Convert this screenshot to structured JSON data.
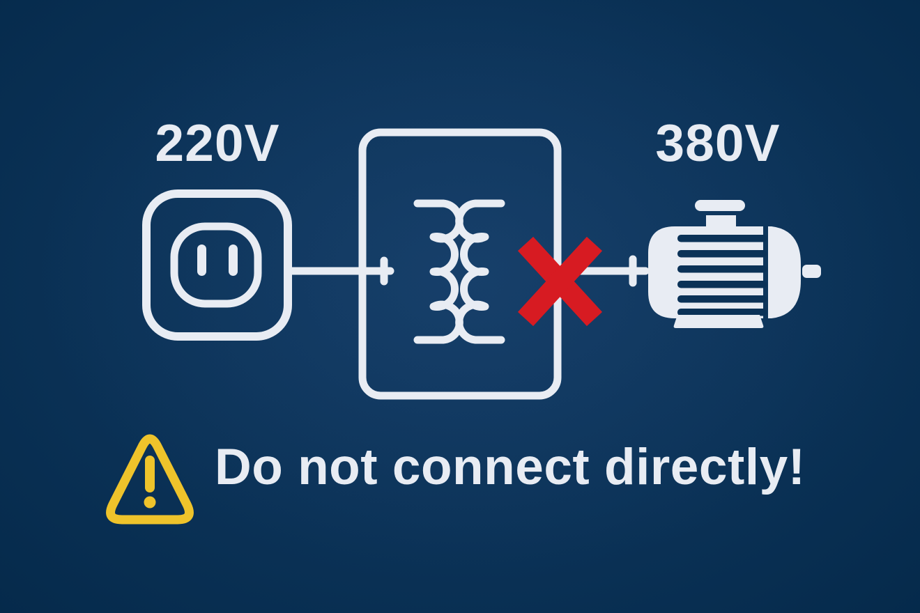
{
  "colors": {
    "bg-center": "#123a63",
    "bg-deep": "#0b3257",
    "bg-edge": "#052a4b",
    "line": "#e8ecf3",
    "text": "#e8ecf3",
    "red": "#d71b22",
    "yellow": "#eec32b"
  },
  "diagram": {
    "source": {
      "label": "220V",
      "icon": "power-outlet-icon"
    },
    "converter": {
      "icon": "transformer-icon"
    },
    "prohibition": {
      "icon": "red-x-icon"
    },
    "load": {
      "label": "380V",
      "icon": "motor-icon"
    },
    "warning": {
      "icon": "warning-triangle-icon",
      "text": "Do not connect directly!"
    }
  }
}
